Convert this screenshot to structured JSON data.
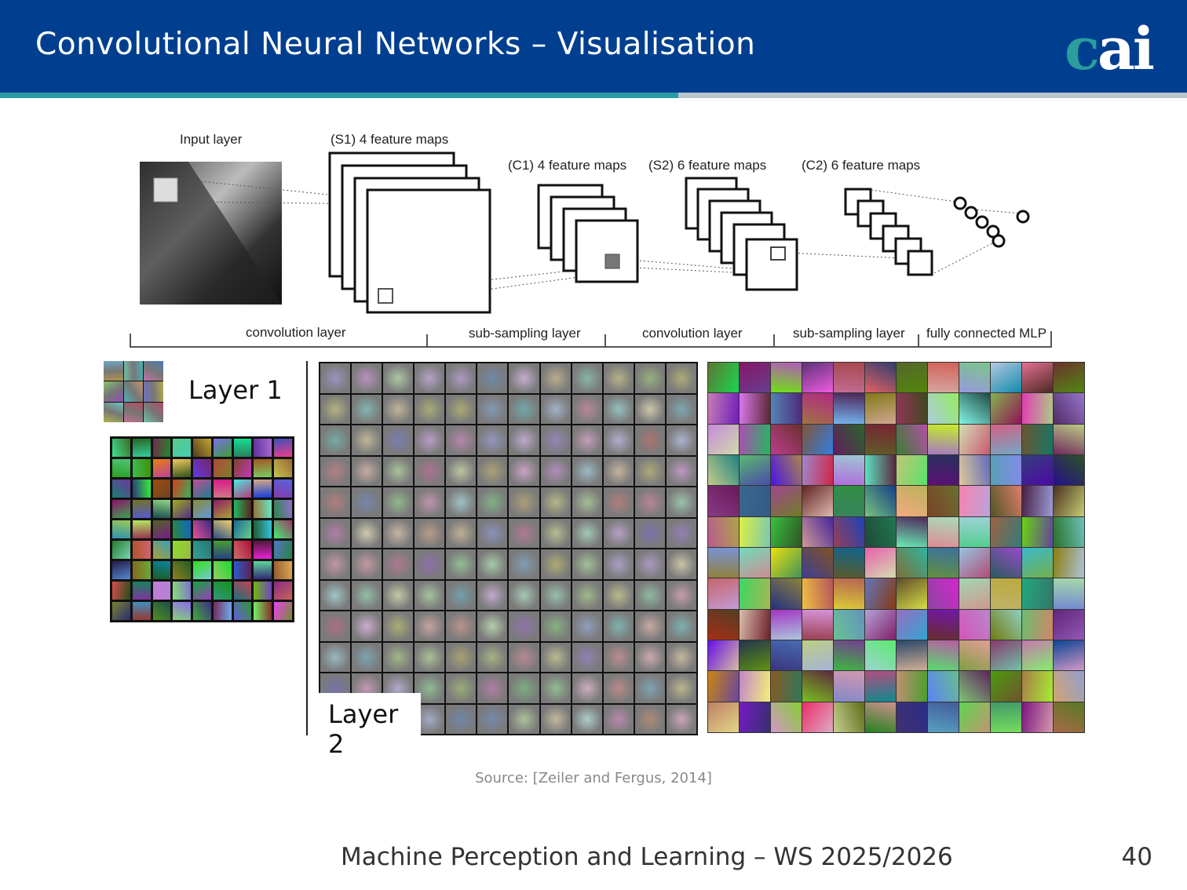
{
  "header": {
    "title": "Convolutional Neural Networks – Visualisation",
    "logo": "cai"
  },
  "diagram": {
    "input_label": "Input layer",
    "s1_label": "(S1) 4 feature maps",
    "c1_label": "(C1) 4 feature maps",
    "s2_label": "(S2) 6 feature maps",
    "c2_label": "(C2) 6 feature maps",
    "stages": [
      "convolution layer",
      "sub-sampling layer",
      "convolution layer",
      "sub-sampling layer",
      "fully connected MLP"
    ]
  },
  "visualisation": {
    "layer1_label": "Layer 1",
    "layer2_label": "Layer 2"
  },
  "source": "Source: [Zeiler and Fergus, 2014]",
  "footer": {
    "course": "Machine Perception and Learning – WS 2025/2026",
    "page": "40"
  }
}
